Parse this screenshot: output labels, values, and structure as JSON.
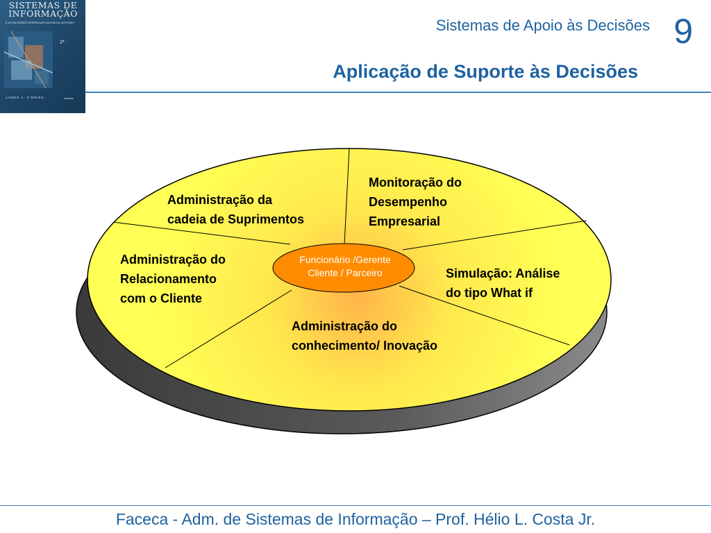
{
  "book_cover": {
    "title_line1": "SISTEMAS DE",
    "title_line2": "INFORMAÇÃO",
    "subtitle": "E AS DECISÕES GERENCIAIS NA ERA DA INTERNET",
    "edition": "2ª",
    "author": "JAMES A. O'BRIEN",
    "publisher": "Saraiva"
  },
  "header": {
    "subtitle": "Sistemas de Apoio às Decisões",
    "chapter": "9",
    "title": "Aplicação de Suporte às Decisões"
  },
  "diagram": {
    "center": {
      "line1": "Funcionário /Gerente",
      "line2": "Cliente / Parceiro"
    },
    "segments": {
      "supply_chain": [
        "Administração da",
        "cadeia de Suprimentos"
      ],
      "performance": [
        "Monitoração do",
        "Desempenho",
        "Empresarial"
      ],
      "customer": [
        "Administração do",
        "Relacionamento",
        "com o Cliente"
      ],
      "simulation": [
        "Simulação: Análise",
        "do tipo What if"
      ],
      "knowledge": [
        "Administração do",
        "conhecimento/ Inovação"
      ]
    },
    "colors": {
      "disc": "#ffff55",
      "disc_center": "#ffb44a",
      "shadow": "#404040",
      "center_ellipse": "#ff8c00"
    }
  },
  "footer": {
    "text": "Faceca - Adm. de Sistemas de Informação – Prof. Hélio L. Costa Jr."
  }
}
